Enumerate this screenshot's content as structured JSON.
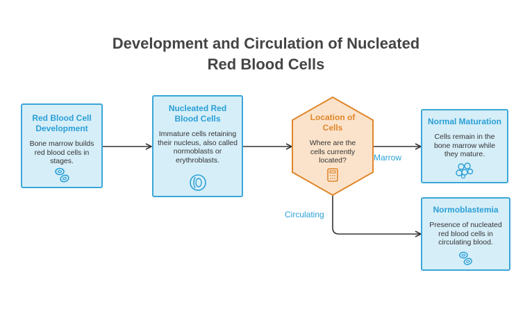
{
  "title": {
    "line1": "Development and Circulation of Nucleated",
    "line2": "Red Blood Cells"
  },
  "nodes": {
    "rbc_development": {
      "title": "Red Blood Cell Development",
      "body": "Bone marrow builds red blood cells in stages.",
      "icon": "red-blood-cells-icon"
    },
    "nucleated_rbc": {
      "title": "Nucleated Red Blood Cells",
      "body": "Immature cells retaining their nucleus, also called normoblasts or erythroblasts.",
      "icon": "nucleated-cell-icon"
    },
    "location": {
      "title": "Location of Cells",
      "body": "Where are the cells currently located?",
      "icon": "calculator-icon"
    },
    "normal_maturation": {
      "title": "Normal Maturation",
      "body": "Cells remain in the bone marrow while they mature.",
      "icon": "cell-cluster-icon"
    },
    "normoblastemia": {
      "title": "Normoblastemia",
      "body": "Presence of nucleated red blood cells in circulating blood.",
      "icon": "red-blood-cells-icon"
    }
  },
  "edges": {
    "marrow": "Marrow",
    "circulating": "Circulating"
  },
  "colors": {
    "box_fill": "#d6eef8",
    "box_border": "#3aa6d8",
    "hex_fill": "#fbe3cb",
    "hex_border": "#e0862a",
    "accent_blue": "#2a9fd6",
    "accent_orange": "#e0862a"
  }
}
